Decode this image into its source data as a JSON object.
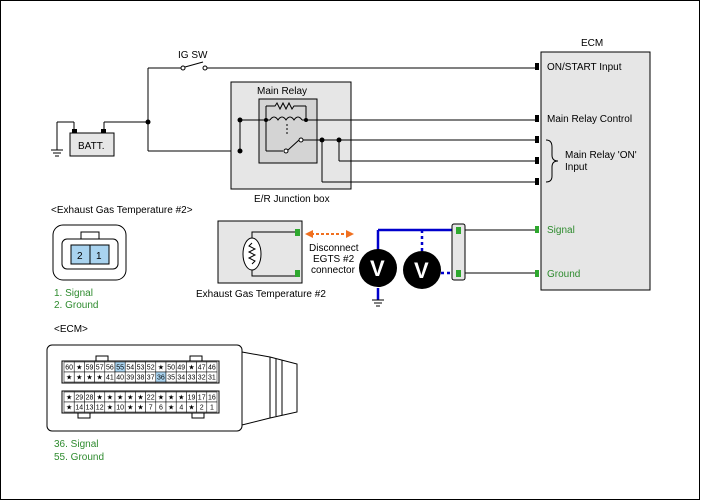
{
  "labels": {
    "ecm_title": "ECM",
    "ig_sw": "IG SW",
    "main_relay": "Main Relay",
    "batt": "BATT.",
    "er_junction_box": "E/R Junction box",
    "on_start_input": "ON/START Input",
    "main_relay_control": "Main Relay Control",
    "main_relay_on_input_1": "Main Relay 'ON'",
    "main_relay_on_input_2": "Input",
    "signal": "Signal",
    "ground": "Ground",
    "egt_section_title": "<Exhaust Gas Temperature #2>",
    "egt_component": "Exhaust Gas Temperature #2",
    "disconnect_1": "Disconnect",
    "disconnect_2": "EGTS #2",
    "disconnect_3": "connector",
    "pin_legend_1": "1. Signal",
    "pin_legend_2": "2. Ground",
    "ecm_section_title": "<ECM>",
    "ecm_legend_1": "36. Signal",
    "ecm_legend_2": "55. Ground",
    "connector_pin_2": "2",
    "connector_pin_1": "1",
    "voltmeter_1": "V",
    "voltmeter_2": "V"
  },
  "ecm_connector": {
    "upper_row_1": [
      "60",
      "★",
      "59",
      "57",
      "56",
      "55",
      "54",
      "53",
      "52",
      "★",
      "50",
      "49",
      "★",
      "47",
      "46"
    ],
    "upper_row_2": [
      "★",
      "★",
      "★",
      "★",
      "41",
      "40",
      "39",
      "38",
      "37",
      "36",
      "35",
      "34",
      "33",
      "32",
      "31"
    ],
    "lower_row_1": [
      "★",
      "29",
      "28",
      "★",
      "★",
      "★",
      "★",
      "★",
      "22",
      "★",
      "★",
      "★",
      "19",
      "17",
      "16"
    ],
    "lower_row_2": [
      "★",
      "14",
      "13",
      "12",
      "★",
      "10",
      "★",
      "★",
      "7",
      "6",
      "★",
      "4",
      "★",
      "2",
      "1"
    ],
    "highlighted_pins": [
      "55",
      "36"
    ]
  },
  "colors": {
    "measurement_wire": "#0000cc",
    "label_green": "#2e8b2e",
    "terminal_green": "#2ea82e",
    "connector_highlight": "#a9d3ef",
    "disconnect_arrow": "#f07020",
    "box_fill": "#e6e6e6"
  }
}
